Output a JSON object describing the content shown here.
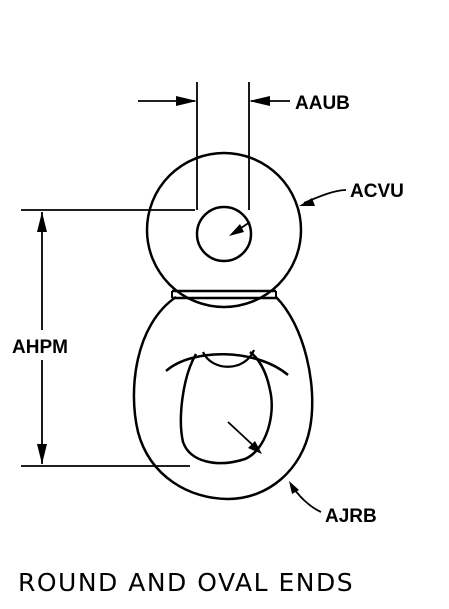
{
  "labels": {
    "aaub": "AAUB",
    "acvu": "ACVU",
    "ahpm": "AHPM",
    "ajrb": "AJRB"
  },
  "caption": "ROUND AND OVAL ENDS"
}
